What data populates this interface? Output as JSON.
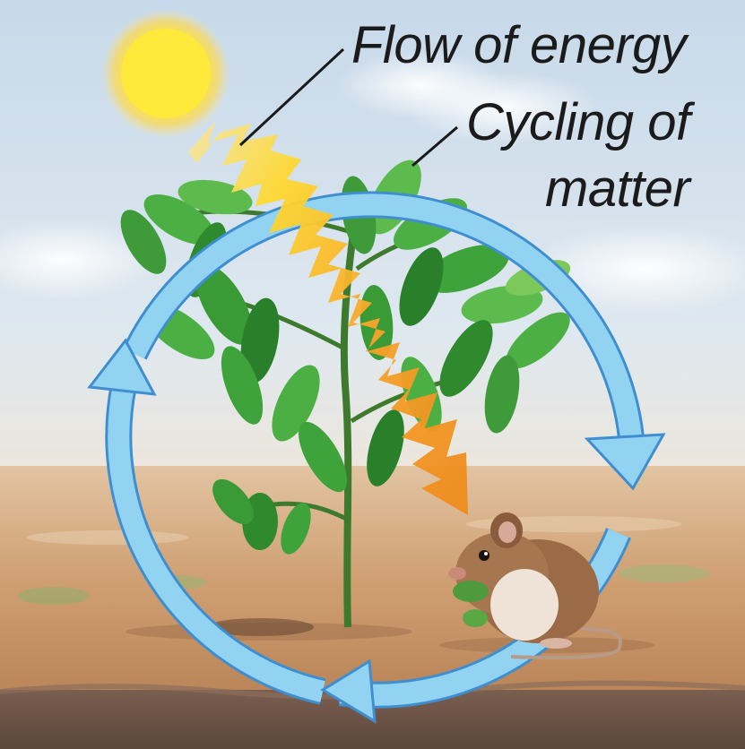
{
  "labels": {
    "flow_of_energy": "Flow of energy",
    "cycling_line1": "Cycling of",
    "cycling_line2": "matter"
  },
  "colors": {
    "sky_top": "#c9dbeb",
    "sky_bottom": "#efe4d6",
    "ground": "#c99a6e",
    "soil": "#6b5447",
    "cycle_arrow": "#8fd0f0",
    "cycle_arrow_edge": "#3f8fd0",
    "energy_bolt_start": "#ffe24a",
    "energy_bolt_end": "#f08a1e",
    "sun": "#ffe83a",
    "leaf": "#3f9a3a",
    "leaf_light": "#7cc85a",
    "mouse": "#9a6a48",
    "mouse_belly": "#efe2d6"
  },
  "icons": [
    "sun-icon",
    "plant-icon",
    "mouse-icon",
    "energy-bolt-icon",
    "cycle-arrow-icon"
  ]
}
